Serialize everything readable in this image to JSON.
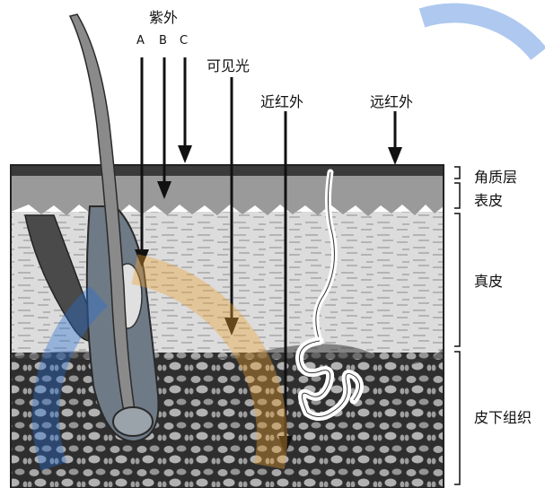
{
  "radiation": {
    "uv": {
      "title": "紫外",
      "bands": [
        "A",
        "B",
        "C"
      ]
    },
    "visible": "可见光",
    "near_ir": "近红外",
    "far_ir": "远红外"
  },
  "layers": [
    "角质层",
    "表皮",
    "真皮",
    "皮下组织"
  ],
  "colors": {
    "stratum_corneum": "#3a3a3a",
    "epidermis": "#9a9a9a",
    "dermis": "#d9d9d9",
    "subcutis": "#7a7a7a",
    "arrow": "#111111",
    "watermark_blue": "#2a6fd6",
    "watermark_orange": "#f0a030"
  }
}
